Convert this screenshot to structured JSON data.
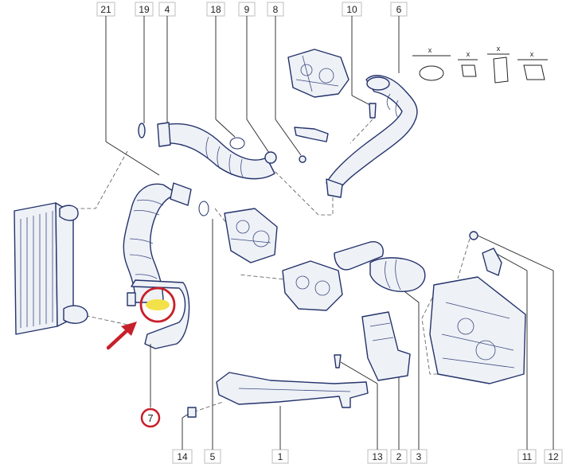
{
  "callouts_top": [
    {
      "id": "c21",
      "label": "21"
    },
    {
      "id": "c19",
      "label": "19"
    },
    {
      "id": "c4",
      "label": "4"
    },
    {
      "id": "c18",
      "label": "18"
    },
    {
      "id": "c9",
      "label": "9"
    },
    {
      "id": "c8",
      "label": "8"
    },
    {
      "id": "c10",
      "label": "10"
    },
    {
      "id": "c6",
      "label": "6"
    }
  ],
  "callouts_bottom": [
    {
      "id": "c14",
      "label": "14"
    },
    {
      "id": "c5",
      "label": "5"
    },
    {
      "id": "c1",
      "label": "1"
    },
    {
      "id": "c13",
      "label": "13"
    },
    {
      "id": "c2",
      "label": "2"
    },
    {
      "id": "c3",
      "label": "3"
    },
    {
      "id": "c11",
      "label": "11"
    },
    {
      "id": "c12",
      "label": "12"
    }
  ],
  "highlight": {
    "label": "7",
    "color": "#c8202a",
    "highlight_fill": "#f3e14a"
  },
  "icons": {
    "tool_1": "x",
    "tool_2": "x",
    "tool_3": "x",
    "tool_4": "x"
  },
  "colors": {
    "line_art": "#24336b",
    "callout_text": "#222222",
    "accent_red": "#c8202a"
  }
}
